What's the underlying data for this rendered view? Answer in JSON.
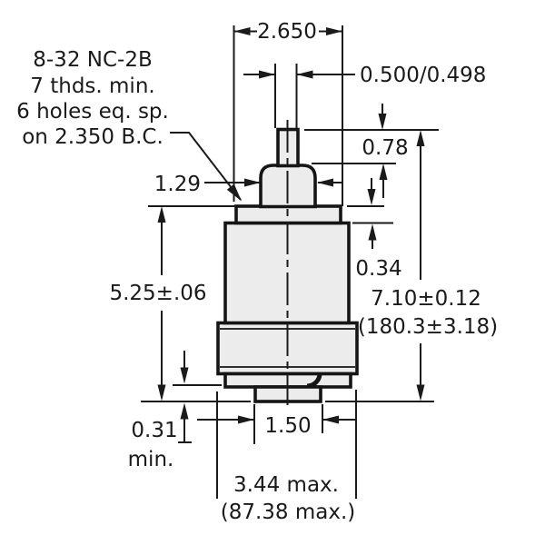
{
  "colors": {
    "background": "#ffffff",
    "part_fill": "#ececec",
    "line": "#1a1a1a"
  },
  "note": {
    "line1": "8-32 NC-2B",
    "line2": "7 thds. min.",
    "line3": "6 holes eq. sp.",
    "line4": "on 2.350 B.C."
  },
  "dims": {
    "flange_width": "2.650",
    "stud_dia": "0.500/0.498",
    "stud_height": "0.78",
    "dome_dia": "1.29",
    "flange_thk": "0.34",
    "body_height": "5.25±.06",
    "overall_in": "7.10±0.12",
    "overall_mm": "(180.3±3.18)",
    "bottom_stud_len": "0.31",
    "bottom_stud_len_qual": "min.",
    "bottom_stud_width": "1.50",
    "max_dia_in": "3.44 max.",
    "max_dia_mm": "(87.38 max.)"
  }
}
